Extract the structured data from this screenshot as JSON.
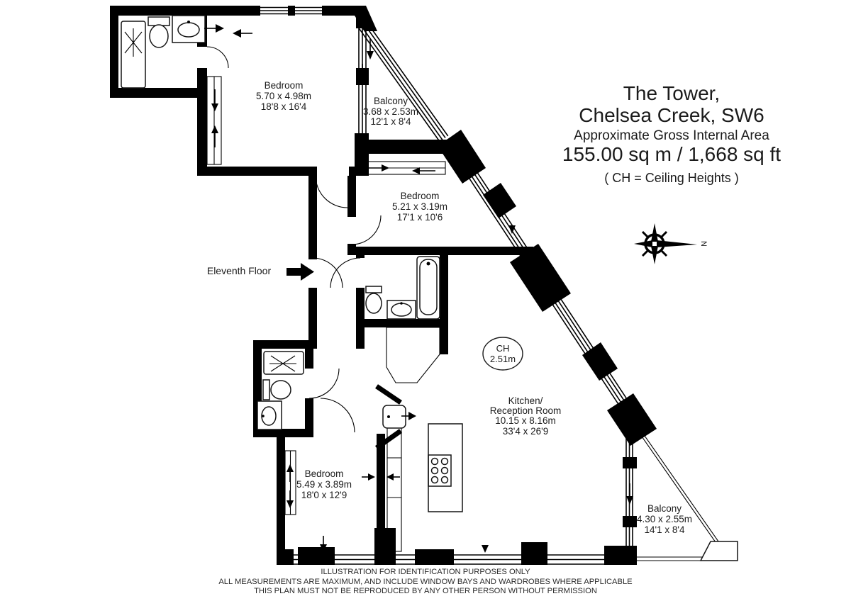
{
  "title_block": {
    "line1": "The Tower,",
    "line2": "Chelsea Creek, SW6",
    "line3": "Approximate Gross Internal Area",
    "line4": "155.00 sq m  /  1,668 sq ft",
    "line5": "( CH = Ceiling Heights )"
  },
  "floor_label": "Eleventh Floor",
  "ceiling_height": {
    "abbr": "CH",
    "value": "2.51m"
  },
  "compass": {
    "north": "N"
  },
  "rooms": [
    {
      "id": "bedroom-1",
      "name": "Bedroom",
      "metric": "5.70 x 4.98m",
      "imperial": "18'8 x 16'4"
    },
    {
      "id": "balcony-1",
      "name": "Balcony",
      "metric": "3.68 x 2.53m",
      "imperial": "12'1 x 8'4"
    },
    {
      "id": "bedroom-2",
      "name": "Bedroom",
      "metric": "5.21 x 3.19m",
      "imperial": "17'1 x 10'6"
    },
    {
      "id": "kitchen-reception",
      "name_line1": "Kitchen/",
      "name_line2": "Reception Room",
      "metric": "10.15 x 8.16m",
      "imperial": "33'4 x 26'9"
    },
    {
      "id": "bedroom-3",
      "name": "Bedroom",
      "metric": "5.49 x 3.89m",
      "imperial": "18'0 x 12'9"
    },
    {
      "id": "balcony-2",
      "name": "Balcony",
      "metric": "4.30 x 2.55m",
      "imperial": "14'1 x 8'4"
    }
  ],
  "footer": {
    "line1": "ILLUSTRATION FOR IDENTIFICATION PURPOSES ONLY",
    "line2": "ALL MEASUREMENTS ARE MAXIMUM, AND INCLUDE WINDOW BAYS AND WARDROBES WHERE APPLICABLE",
    "line3": "THIS PLAN MUST NOT BE REPRODUCED BY ANY OTHER PERSON WITHOUT PERMISSION"
  },
  "colors": {
    "wall": "#000000",
    "background": "#ffffff",
    "text": "#1b1b1b",
    "border": "#cfcfcf"
  }
}
